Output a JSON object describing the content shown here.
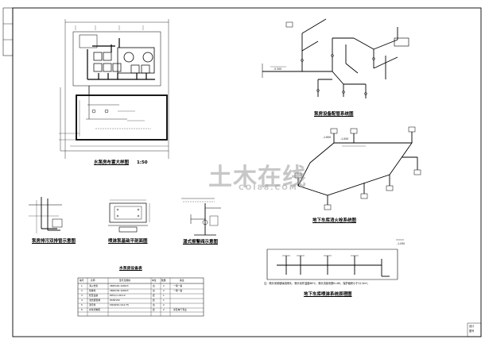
{
  "titles": {
    "pump_room": "水泵房布置大样图",
    "pump_room_scale": "1:50",
    "equip_system": "泵房设备配管系统图",
    "garage_fire": "地下车库消火栓系统图",
    "drain_pipe": "泵房排污双排管示意图",
    "foundation": "喷淋泵基础平剖面图",
    "wet_alarm": "湿式报警阀示意图",
    "sprinkler": "地下车库喷淋系统原理图",
    "table": "水泵房设备表"
  },
  "annotations": {
    "sprinkler_note": "注：喷头采用玻璃泡喷头，喷头动作温度68℃，喷头流量系数K=80，保护面积小于12.5m²。",
    "level_1": "-1.650",
    "level_2": "-1.000",
    "level_3": "-1.050",
    "level_4": "-5.300"
  },
  "table": {
    "header": [
      "编号",
      "名称",
      "型号及规格",
      "单位",
      "数量",
      "备注"
    ],
    "rows": [
      [
        "1",
        "消火栓泵",
        "XBD5/20-100D/3",
        "台",
        "2",
        "一用一备"
      ],
      [
        "2",
        "喷淋泵",
        "XBD5/30-100D/3",
        "台",
        "2",
        "一用一备"
      ],
      [
        "3",
        "稳压设备",
        "ZW(L)-I-XZ-10",
        "套",
        "1",
        ""
      ],
      [
        "4",
        "湿式报警阀",
        "ZSFZ150",
        "套",
        "1",
        ""
      ],
      [
        "5",
        "潜污泵",
        "50QW10-10-0.75",
        "台",
        "2",
        ""
      ],
      [
        "6",
        "水泵控制柜",
        "",
        "套",
        "2",
        "详见电气专业"
      ]
    ]
  },
  "watermark": {
    "text": "土木在线",
    "sub": "COI88.COM"
  },
  "title_block": {
    "label_1": "设计",
    "label_2": "图号"
  }
}
